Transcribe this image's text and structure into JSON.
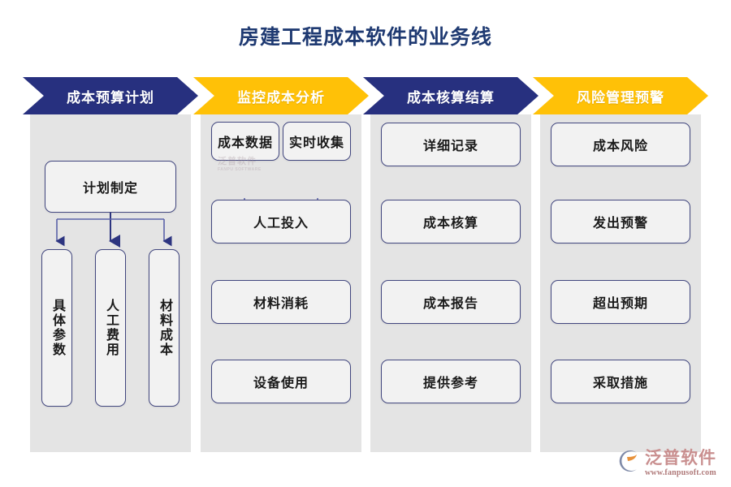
{
  "page": {
    "title": "房建工程成本软件的业务线",
    "title_color": "#1f3a72",
    "background": "#ffffff"
  },
  "palette": {
    "navy": "#27307f",
    "amber": "#ffc107",
    "panel_gray": "#e4e4e4",
    "box_fill": "#f2f2f2",
    "box_border": "#42477f",
    "connector": "#2d3580"
  },
  "columns": [
    {
      "id": "cost-budget-plan",
      "banner_label": "成本预算计划",
      "banner_color": "#27307f",
      "nodes": [
        {
          "id": "plan-making",
          "label": "计划制定",
          "orientation": "horizontal"
        },
        {
          "id": "specific-params",
          "label": "具体参数",
          "orientation": "vertical"
        },
        {
          "id": "labor-expense",
          "label": "人工费用",
          "orientation": "vertical"
        },
        {
          "id": "material-cost",
          "label": "材料成本",
          "orientation": "vertical"
        }
      ],
      "flow": "one-to-three-branch"
    },
    {
      "id": "monitor-cost-analysis",
      "banner_label": "监控成本分析",
      "banner_color": "#ffc107",
      "nodes": [
        {
          "id": "cost-data",
          "label": "成本数据",
          "orientation": "horizontal"
        },
        {
          "id": "realtime-collect",
          "label": "实时收集",
          "orientation": "horizontal"
        },
        {
          "id": "labor-input",
          "label": "人工投入",
          "orientation": "horizontal"
        },
        {
          "id": "material-consume",
          "label": "材料消耗",
          "orientation": "horizontal"
        },
        {
          "id": "equipment-use",
          "label": "设备使用",
          "orientation": "horizontal"
        }
      ],
      "flow": "two-merge-then-chain"
    },
    {
      "id": "cost-accounting-settlement",
      "banner_label": "成本核算结算",
      "banner_color": "#27307f",
      "nodes": [
        {
          "id": "detailed-record",
          "label": "详细记录",
          "orientation": "horizontal"
        },
        {
          "id": "cost-accounting",
          "label": "成本核算",
          "orientation": "horizontal"
        },
        {
          "id": "cost-report",
          "label": "成本报告",
          "orientation": "horizontal"
        },
        {
          "id": "provide-reference",
          "label": "提供参考",
          "orientation": "horizontal"
        }
      ],
      "flow": "vertical-chain"
    },
    {
      "id": "risk-management-warning",
      "banner_label": "风险管理预警",
      "banner_color": "#ffc107",
      "nodes": [
        {
          "id": "cost-risk",
          "label": "成本风险",
          "orientation": "horizontal"
        },
        {
          "id": "issue-warning",
          "label": "发出预警",
          "orientation": "horizontal"
        },
        {
          "id": "exceed-expected",
          "label": "超出预期",
          "orientation": "horizontal"
        },
        {
          "id": "take-measures",
          "label": "采取措施",
          "orientation": "horizontal"
        }
      ],
      "flow": "stacked-no-arrows"
    }
  ],
  "watermark": {
    "brand": "泛普软件",
    "sub": "FANPU SOFTWARE"
  },
  "logo": {
    "brand": "泛普软件",
    "url": "www.fanpusoft.com",
    "mark_colors": {
      "ring": "#7f8aa8",
      "accent": "#e8913a"
    }
  }
}
